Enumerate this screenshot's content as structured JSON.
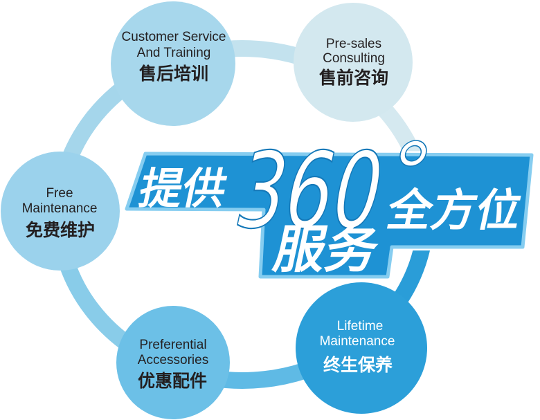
{
  "banner": {
    "text_provide": "提供",
    "text_number": "360",
    "text_degree": "°",
    "text_all_round": "全方位",
    "text_service": "服务"
  },
  "nodes": {
    "customer_service": {
      "en_line1": "Customer Service",
      "en_line2": "And Training",
      "zh": "售后培训"
    },
    "pre_sales": {
      "en_line1": "Pre-sales",
      "en_line2": "Consulting",
      "zh": "售前咨询"
    },
    "free_maintenance": {
      "en_line1": "Free",
      "en_line2": "Maintenance",
      "zh": "免费维护"
    },
    "preferential": {
      "en_line1": "Preferential",
      "en_line2": "Accessories",
      "zh": "优惠配件"
    },
    "lifetime": {
      "en_line1": "Lifetime",
      "en_line2": "Maintenance",
      "zh": "终生保养"
    }
  },
  "colors": {
    "ring_top": "#c3e2ee",
    "ring_upper_right": "#d5e9f0",
    "ring_lower_right": "#2a9dd8",
    "ring_bottom": "#5fbae5",
    "ring_lower_left": "#89cce9",
    "ring_upper_left": "#a5d6eb",
    "node_customer_service": "#a7d7ec",
    "node_pre_sales": "#d3e8ef",
    "node_free_maintenance": "#9bd2ec",
    "node_preferential": "#6cc0e7",
    "node_lifetime": "#2c9fd9",
    "banner": "#1e92d4",
    "banner_border": "#86cdf0"
  }
}
